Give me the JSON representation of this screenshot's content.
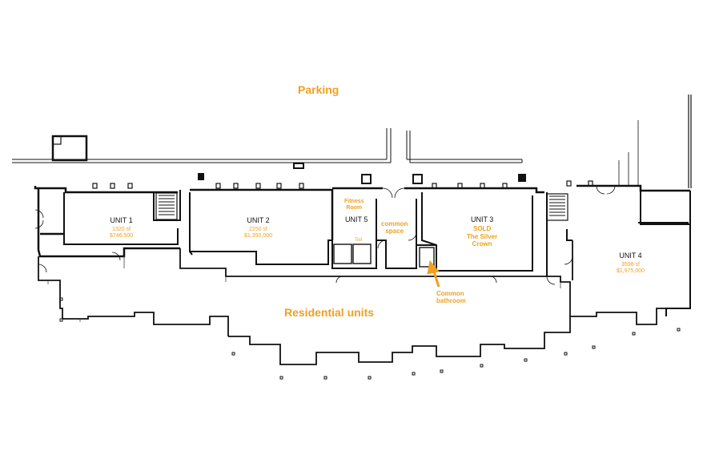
{
  "title": "Parking",
  "residential": "Residential units",
  "colors": {
    "accent": "#f0a020",
    "wall": "#111111"
  },
  "icons": [
    "arrow-up-icon"
  ],
  "units": [
    {
      "name": "UNIT 1",
      "size": "1320 sf",
      "price": "$746,500"
    },
    {
      "name": "UNIT 2",
      "size": "2250 sf",
      "price": "$1,350,000"
    },
    {
      "name": "UNIT 5"
    },
    {
      "name": "UNIT 3",
      "status": "SOLD",
      "tenant_line1": "The Silver",
      "tenant_line2": "Crown"
    },
    {
      "name": "UNIT 4",
      "size": "3598 sf",
      "price": "$1,975,000"
    }
  ],
  "rooms": {
    "fitness_line1": "Fitness",
    "fitness_line2": "Room",
    "common_space_line1": "common",
    "common_space_line2": "space",
    "toilet": "Toil",
    "common_bathroom_line1": "Common",
    "common_bathroom_line2": "bathroom"
  }
}
